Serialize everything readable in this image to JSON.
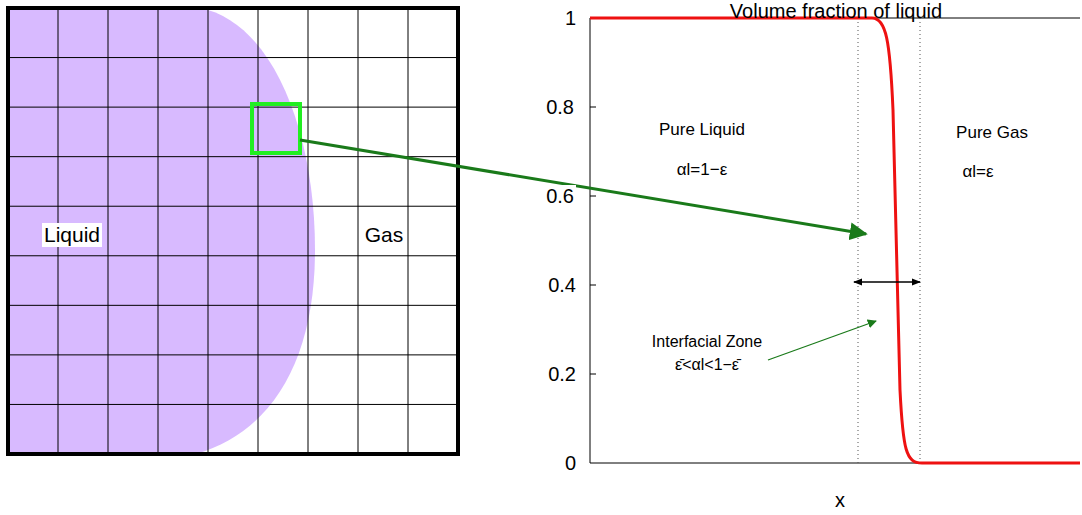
{
  "diagram": {
    "title": "Volume fraction of liquid",
    "labels": [
      "Liquid",
      "Gas",
      "1",
      "0.8",
      "0.6",
      "0.4",
      "0.2",
      "0",
      "x",
      "Pure Liquid",
      "αl=1−ε",
      "Pure Gas",
      "αl=ε",
      "Interfacial Zone",
      "ε̄<αl<1−ε̄"
    ]
  }
}
